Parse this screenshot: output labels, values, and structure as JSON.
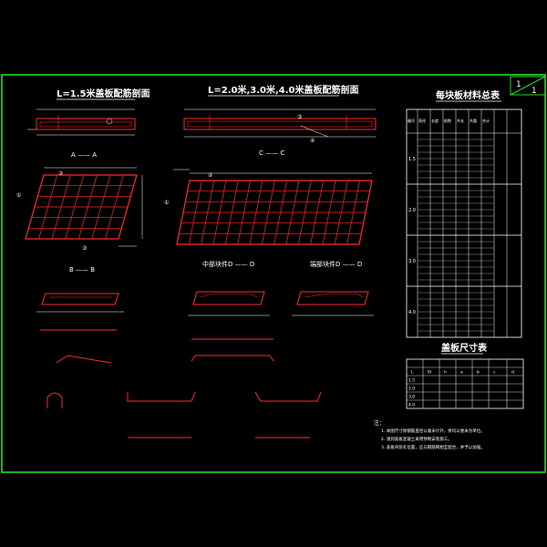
{
  "sheet": {
    "number": "1",
    "total": "1",
    "border_color": "#22dd22",
    "line_color": "#ff2a2a",
    "text_color": "#ffffff",
    "background": "#000000"
  },
  "titles": {
    "left": "L=1.5米盖板配筋剖面",
    "middle": "L=2.0米,3.0米,4.0米盖板配筋剖面",
    "table1": "每块板材料总表",
    "table2": "盖板尺寸表"
  },
  "sections": {
    "aa": "A —— A",
    "bb": "B —— B",
    "cc": "C —— C",
    "mid_block": "中部块件D —— D",
    "end_block": "端部块件D —— D"
  },
  "callouts": [
    "①",
    "②",
    "③",
    "④"
  ],
  "table1": {
    "header": [
      "编号",
      "直径",
      "长度",
      "根数",
      "共长",
      "共重",
      "合计"
    ],
    "groups": [
      "1.5",
      "2.0",
      "3.0",
      "4.0"
    ],
    "rows_per_group": 8
  },
  "table2": {
    "header": [
      "L",
      "l0",
      "h",
      "a",
      "b",
      "c",
      "d"
    ],
    "rows": [
      "1.5",
      "2.0",
      "3.0",
      "4.0"
    ]
  },
  "notes": {
    "heading": "注：",
    "lines": [
      "1. 本图尺寸除钢筋直径以毫米计外，余均以厘米为单位。",
      "2. 涵洞盖板混凝土采用预制安装施工。",
      "3. 盖板吊装孔位置，应与钢筋网相互配合，并予以加强。"
    ]
  }
}
